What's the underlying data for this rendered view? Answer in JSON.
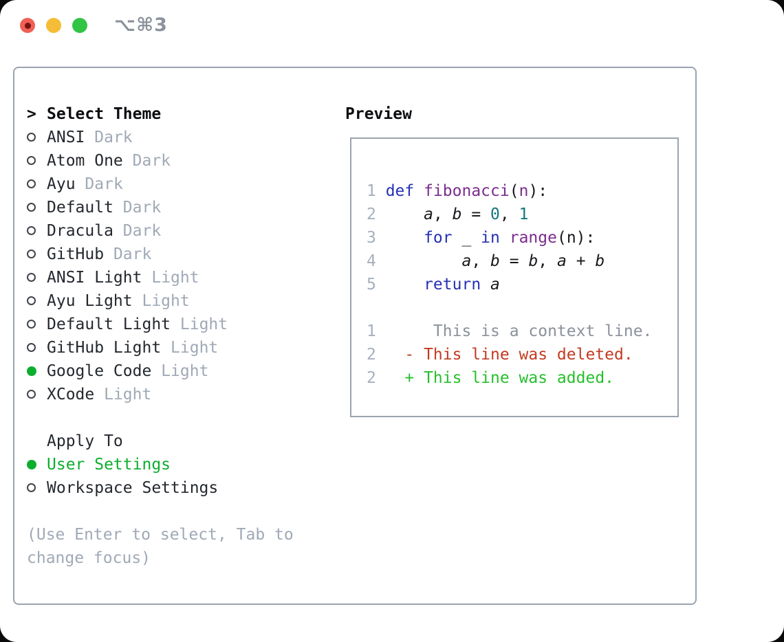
{
  "window": {
    "title": "⌥⌘3",
    "traffic_lights": {
      "close": "close-with-unsaved-dot",
      "minimize": "minimize",
      "zoom": "zoom"
    }
  },
  "theme_picker": {
    "prompt": ">",
    "title": "Select Theme",
    "themes": [
      {
        "name": "ANSI",
        "variant": "Dark",
        "selected": false
      },
      {
        "name": "Atom One",
        "variant": "Dark",
        "selected": false
      },
      {
        "name": "Ayu",
        "variant": "Dark",
        "selected": false
      },
      {
        "name": "Default",
        "variant": "Dark",
        "selected": false
      },
      {
        "name": "Dracula",
        "variant": "Dark",
        "selected": false
      },
      {
        "name": "GitHub",
        "variant": "Dark",
        "selected": false
      },
      {
        "name": "ANSI Light",
        "variant": "Light",
        "selected": false
      },
      {
        "name": "Ayu Light",
        "variant": "Light",
        "selected": false
      },
      {
        "name": "Default Light",
        "variant": "Light",
        "selected": false
      },
      {
        "name": "GitHub Light",
        "variant": "Light",
        "selected": false
      },
      {
        "name": "Google Code",
        "variant": "Light",
        "selected": true
      },
      {
        "name": "XCode",
        "variant": "Light",
        "selected": false
      }
    ],
    "apply_to": {
      "label": "Apply To",
      "options": [
        {
          "name": "User Settings",
          "selected": true
        },
        {
          "name": "Workspace Settings",
          "selected": false
        }
      ]
    },
    "hint_lines": [
      "(Use Enter to select, Tab to",
      "change focus)"
    ]
  },
  "preview": {
    "label": "Preview",
    "lines": [
      {
        "num": "1",
        "tokens": [
          [
            "kw",
            "def"
          ],
          [
            "pl",
            " "
          ],
          [
            "fn",
            "fibonacci"
          ],
          [
            "pl",
            "("
          ],
          [
            "fn",
            "n"
          ],
          [
            "pl",
            "):"
          ]
        ]
      },
      {
        "num": "2",
        "tokens": [
          [
            "pl",
            "    "
          ],
          [
            "var",
            "a"
          ],
          [
            "pl",
            ", "
          ],
          [
            "var",
            "b"
          ],
          [
            "pl",
            " = "
          ],
          [
            "lit",
            "0"
          ],
          [
            "pl",
            ", "
          ],
          [
            "lit",
            "1"
          ]
        ]
      },
      {
        "num": "3",
        "tokens": [
          [
            "pl",
            "    "
          ],
          [
            "kw",
            "for"
          ],
          [
            "pl",
            " _ "
          ],
          [
            "kw",
            "in"
          ],
          [
            "pl",
            " "
          ],
          [
            "fn",
            "range"
          ],
          [
            "pl",
            "(n):"
          ]
        ]
      },
      {
        "num": "4",
        "tokens": [
          [
            "pl",
            "        "
          ],
          [
            "var",
            "a"
          ],
          [
            "pl",
            ", "
          ],
          [
            "var",
            "b"
          ],
          [
            "pl",
            " = "
          ],
          [
            "var",
            "b"
          ],
          [
            "pl",
            ", "
          ],
          [
            "var",
            "a"
          ],
          [
            "pl",
            " + "
          ],
          [
            "var",
            "b"
          ]
        ]
      },
      {
        "num": "5",
        "tokens": [
          [
            "pl",
            "    "
          ],
          [
            "kw",
            "return"
          ],
          [
            "pl",
            " "
          ],
          [
            "var",
            "a"
          ]
        ]
      },
      {
        "num": "",
        "tokens": []
      },
      {
        "num": "1",
        "tokens": [
          [
            "ctx",
            "     This is a context line."
          ]
        ]
      },
      {
        "num": "2",
        "tokens": [
          [
            "del",
            "  - This line was deleted."
          ]
        ]
      },
      {
        "num": "2",
        "tokens": [
          [
            "add",
            "  + This line was added."
          ]
        ]
      }
    ]
  },
  "colors": {
    "accent_green": "#0cae2e",
    "added_green": "#26bf2b",
    "deleted_red": "#c23b22",
    "keyword_blue": "#2531b4",
    "name_purple": "#7c2c8e",
    "literal_teal": "#11767e",
    "plain_black": "#17191d",
    "context_gray": "#8b919b",
    "line_number_gray": "#a6afbe",
    "muted_gray": "#a0a9b6",
    "text_dark": "#24282e",
    "heading_black": "#0b0d10",
    "border_gray": "#9aa3ae",
    "circle_gray": "#3f444b",
    "title_gray": "#8b929b",
    "light_red": "#ef5f54",
    "light_red_dot": "#741414",
    "light_yellow": "#f5bd37",
    "light_green": "#32c444"
  }
}
